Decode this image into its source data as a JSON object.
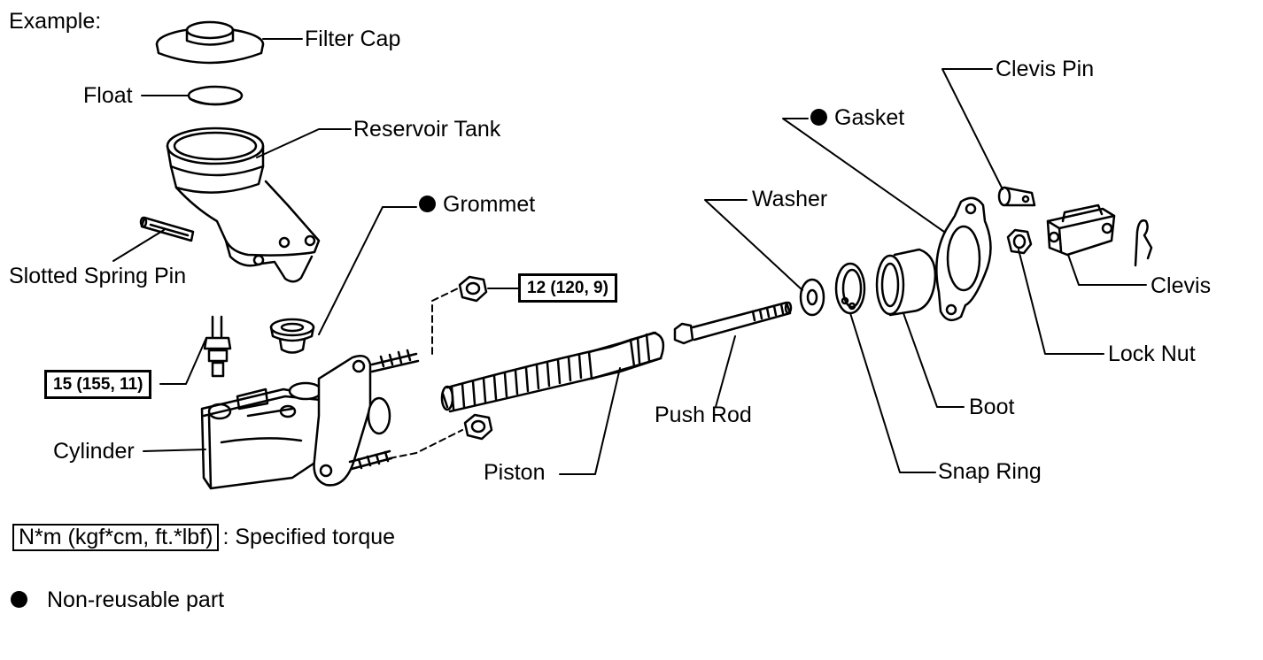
{
  "header": {
    "example_label": "Example:"
  },
  "parts": {
    "filter_cap": "Filter Cap",
    "float": "Float",
    "reservoir_tank": "Reservoir Tank",
    "grommet": "Grommet",
    "slotted_spring_pin": "Slotted Spring Pin",
    "cylinder": "Cylinder",
    "piston": "Piston",
    "push_rod": "Push Rod",
    "washer": "Washer",
    "gasket": "Gasket",
    "clevis_pin": "Clevis Pin",
    "clevis": "Clevis",
    "lock_nut": "Lock Nut",
    "boot": "Boot",
    "snap_ring": "Snap Ring"
  },
  "torques": {
    "nut_torque": "12 (120, 9)",
    "fitting_torque": "15 (155, 11)"
  },
  "non_reusable_marked": [
    "Grommet",
    "Gasket"
  ],
  "legend": {
    "torque_unit": "N*m (kgf*cm, ft.*lbf)",
    "torque_desc": ": Specified torque",
    "non_reusable": "Non-reusable part"
  }
}
